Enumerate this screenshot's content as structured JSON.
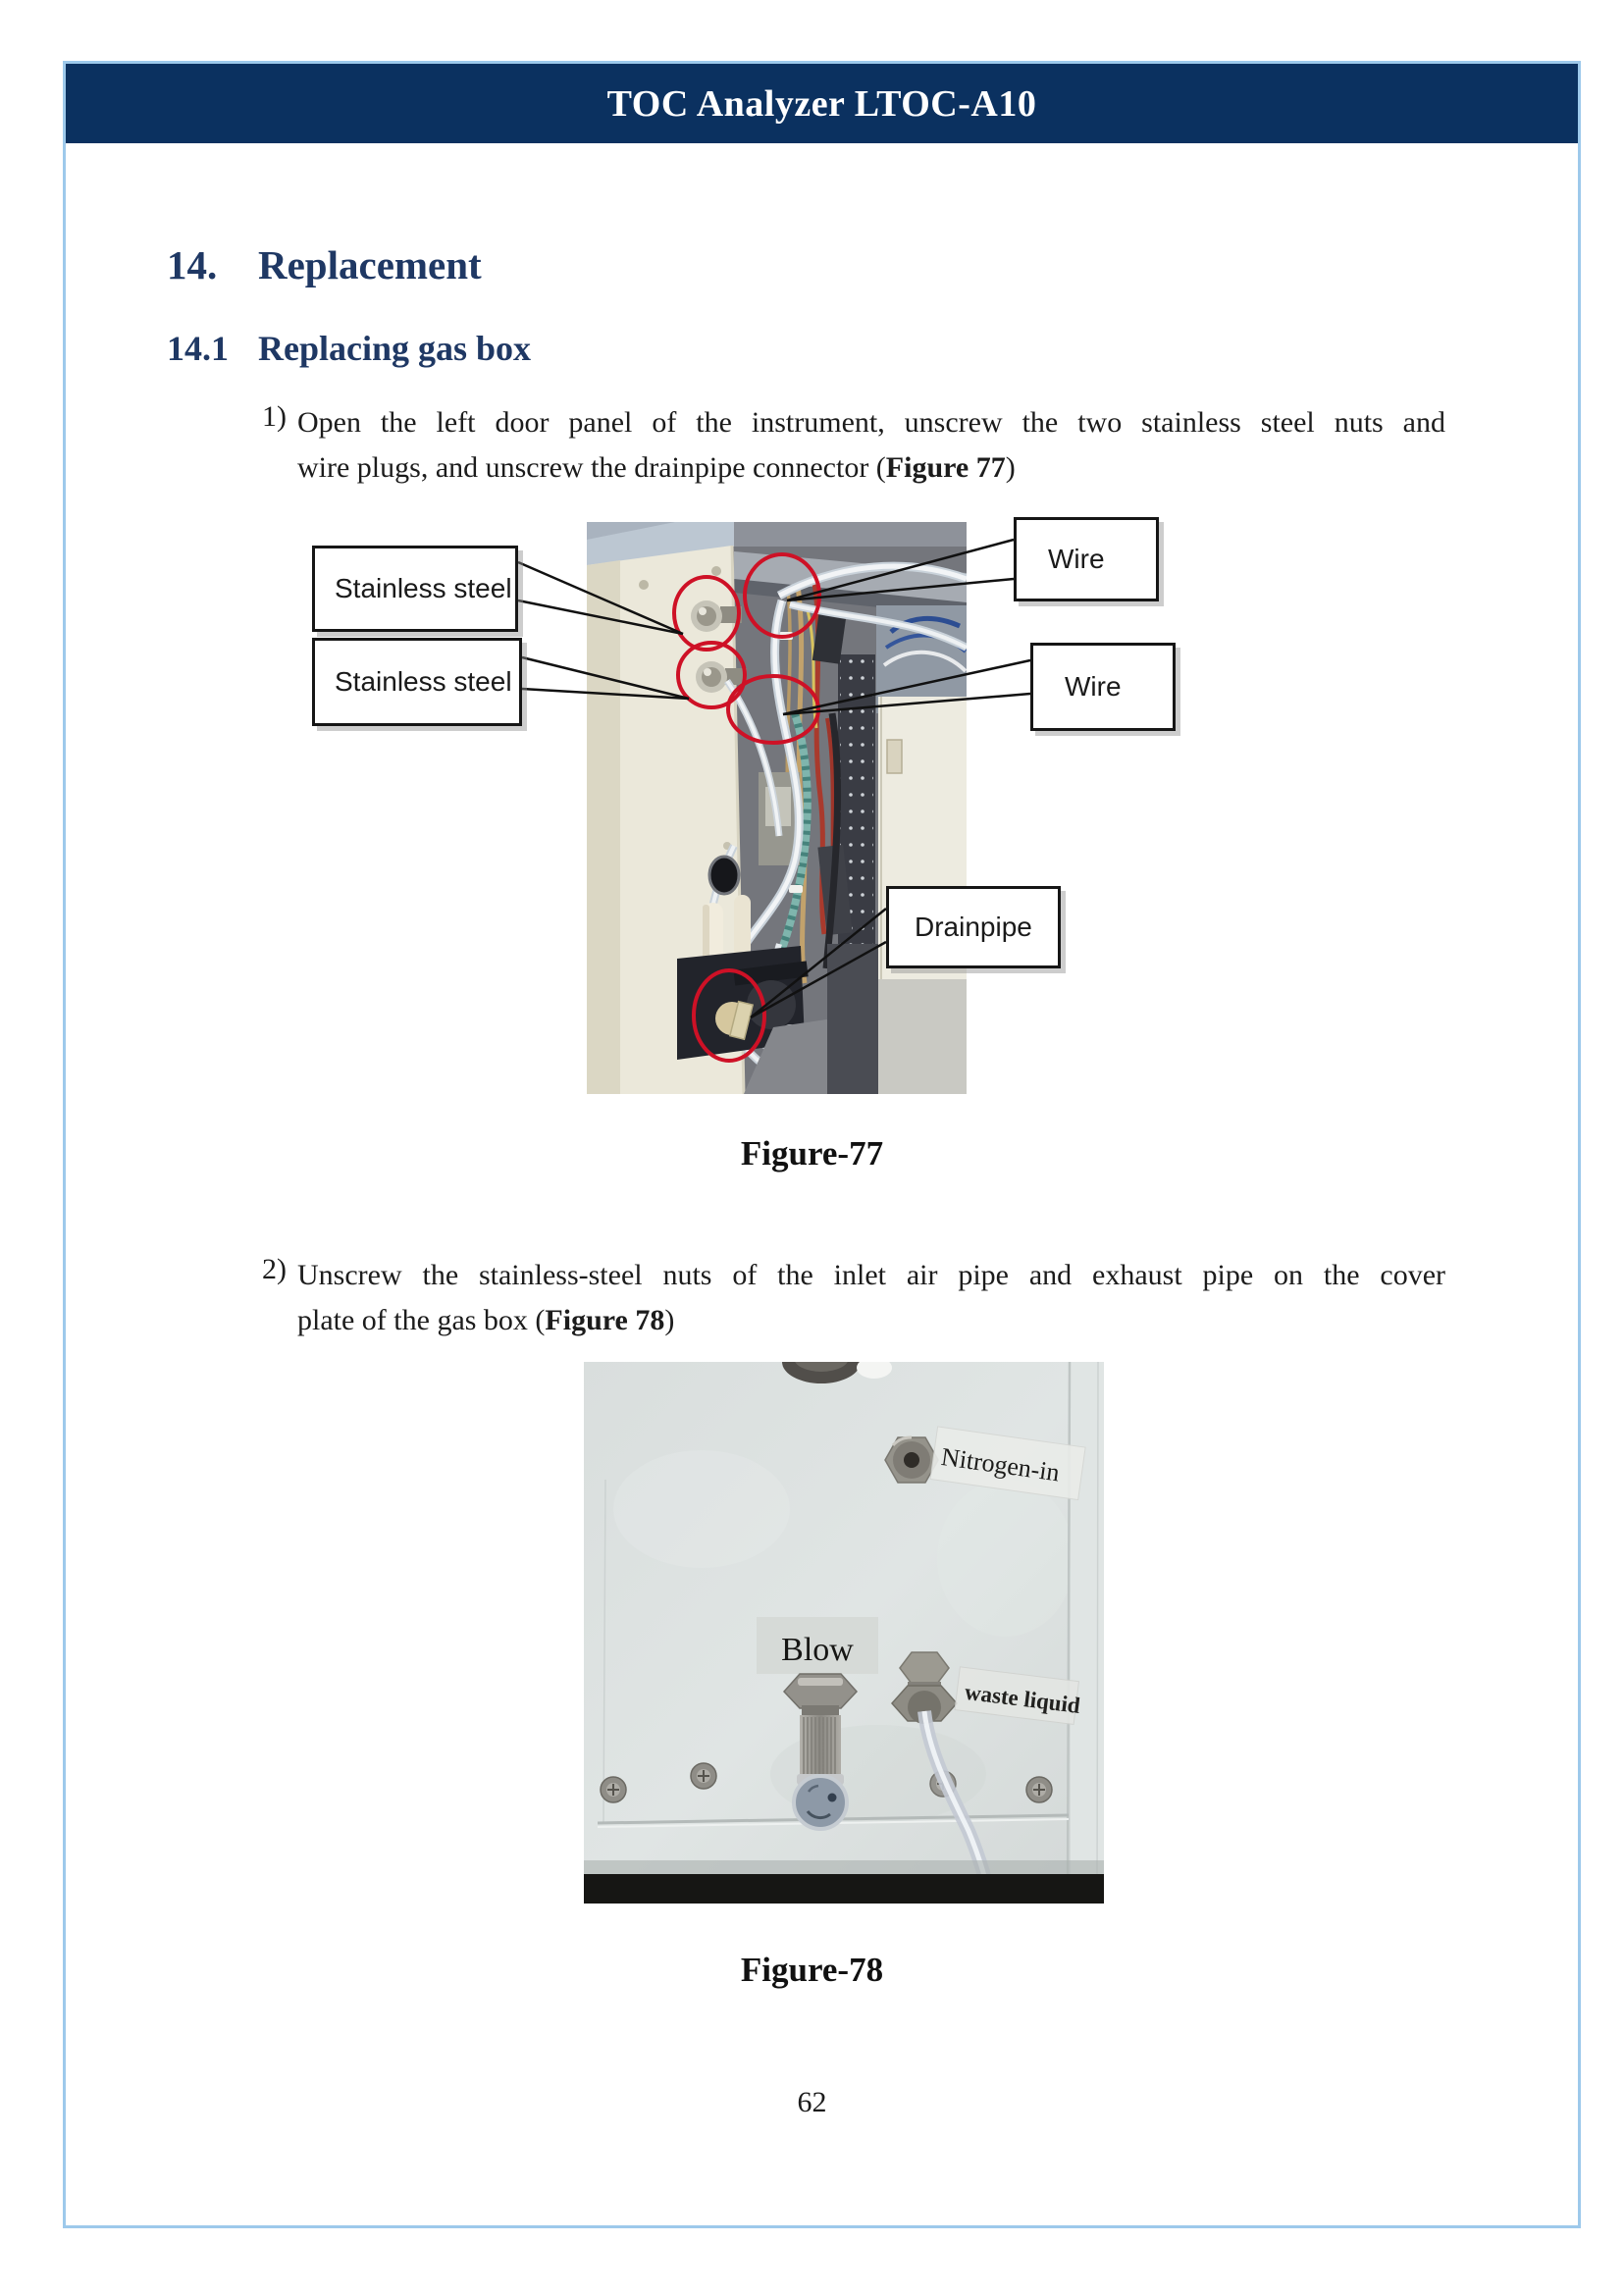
{
  "header": {
    "title": "TOC Analyzer LTOC-A10"
  },
  "section": {
    "number": "14.",
    "title": "Replacement"
  },
  "subsection": {
    "number": "14.1",
    "title": "Replacing gas box"
  },
  "steps": {
    "step1": {
      "number": "1)",
      "line1": "Open the left door panel of the instrument, unscrew the two stainless steel nuts and",
      "line2_pre": "wire plugs, and unscrew the drainpipe connector (",
      "line2_ref": "Figure 77",
      "line2_post": ")"
    },
    "step2": {
      "number": "2)",
      "line1": "Unscrew the stainless-steel nuts of the inlet air pipe and exhaust pipe on the cover",
      "line2_pre": "plate of the gas box (",
      "line2_ref": "Figure 78",
      "line2_post": ")"
    }
  },
  "figure77": {
    "caption": "Figure-77",
    "callouts": {
      "stainless1": "Stainless steel",
      "stainless2": "Stainless steel",
      "wire1": "Wire",
      "wire2": "Wire",
      "drainpipe": "Drainpipe"
    }
  },
  "figure78": {
    "caption": "Figure-78",
    "labels": {
      "nitrogen": "Nitrogen-in",
      "blow": "Blow",
      "waste": "waste liquid"
    }
  },
  "footer": {
    "page_number": "62"
  },
  "colors": {
    "header_bar": "#0B3160",
    "page_border": "#9DC9EB",
    "heading": "#1F3864",
    "annotation_red": "#CE1126",
    "callout_border": "#161616"
  }
}
